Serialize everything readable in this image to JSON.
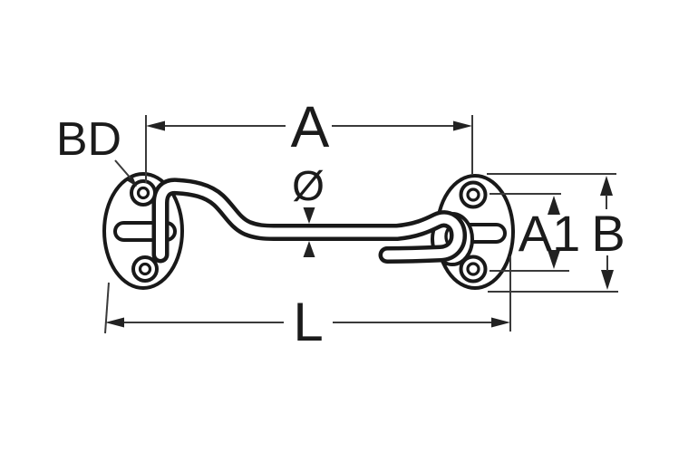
{
  "diagram": {
    "kind": "technical-line-drawing",
    "labels": {
      "bd": "BD",
      "a": "A",
      "diameter": "Ø",
      "a1": "A1",
      "b": "B",
      "l": "L"
    },
    "colors": {
      "line": "#191919",
      "dimension": "#3a3a3a",
      "text": "#1b1b1b",
      "background": "#ffffff"
    }
  }
}
